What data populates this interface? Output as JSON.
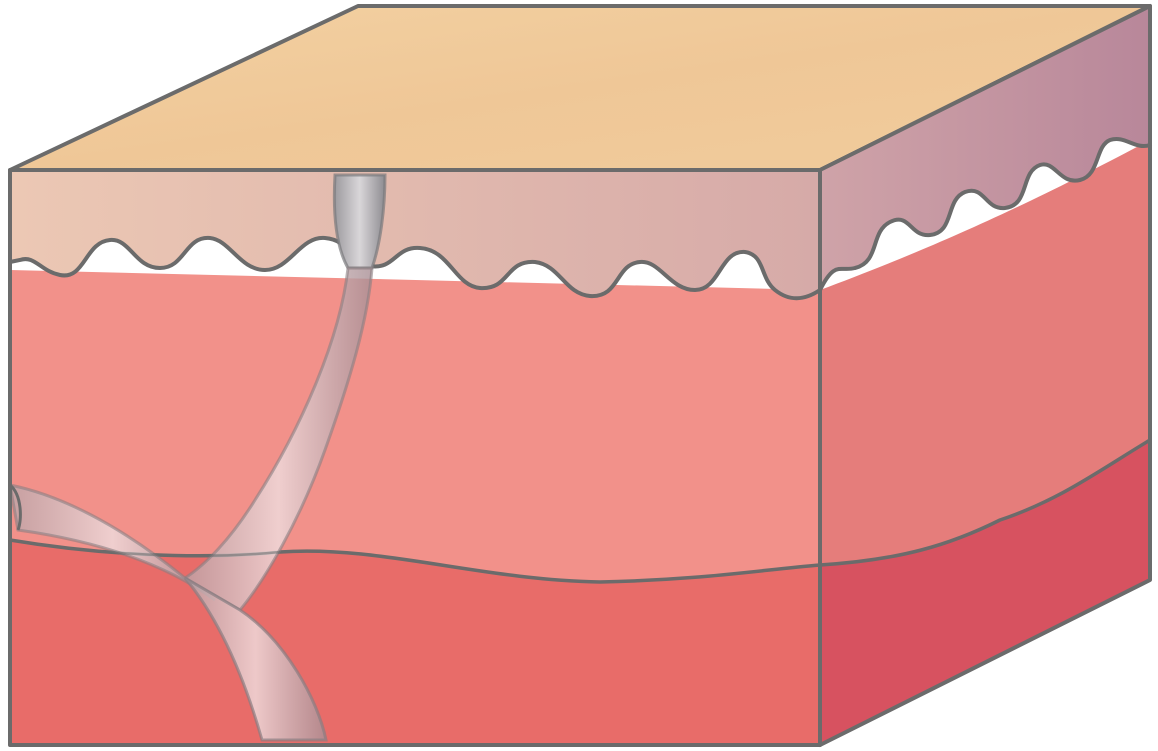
{
  "diagram": {
    "subject": "skin-block-cross-section",
    "labels": [],
    "layers": [
      {
        "name": "skin-surface",
        "color": "#f2cf9f"
      },
      {
        "name": "epidermis",
        "color": "#e2b9ad"
      },
      {
        "name": "dermis",
        "color": "#f2918a"
      },
      {
        "name": "hypodermis",
        "color": "#e86c69"
      }
    ],
    "side_colors": {
      "epidermis": "#c99aa6",
      "dermis": "#e57d7b",
      "hypodermis": "#d75260"
    },
    "outline_color": "#6b6b6b",
    "structure": {
      "name": "duct",
      "color": "#c9a9ad"
    }
  }
}
